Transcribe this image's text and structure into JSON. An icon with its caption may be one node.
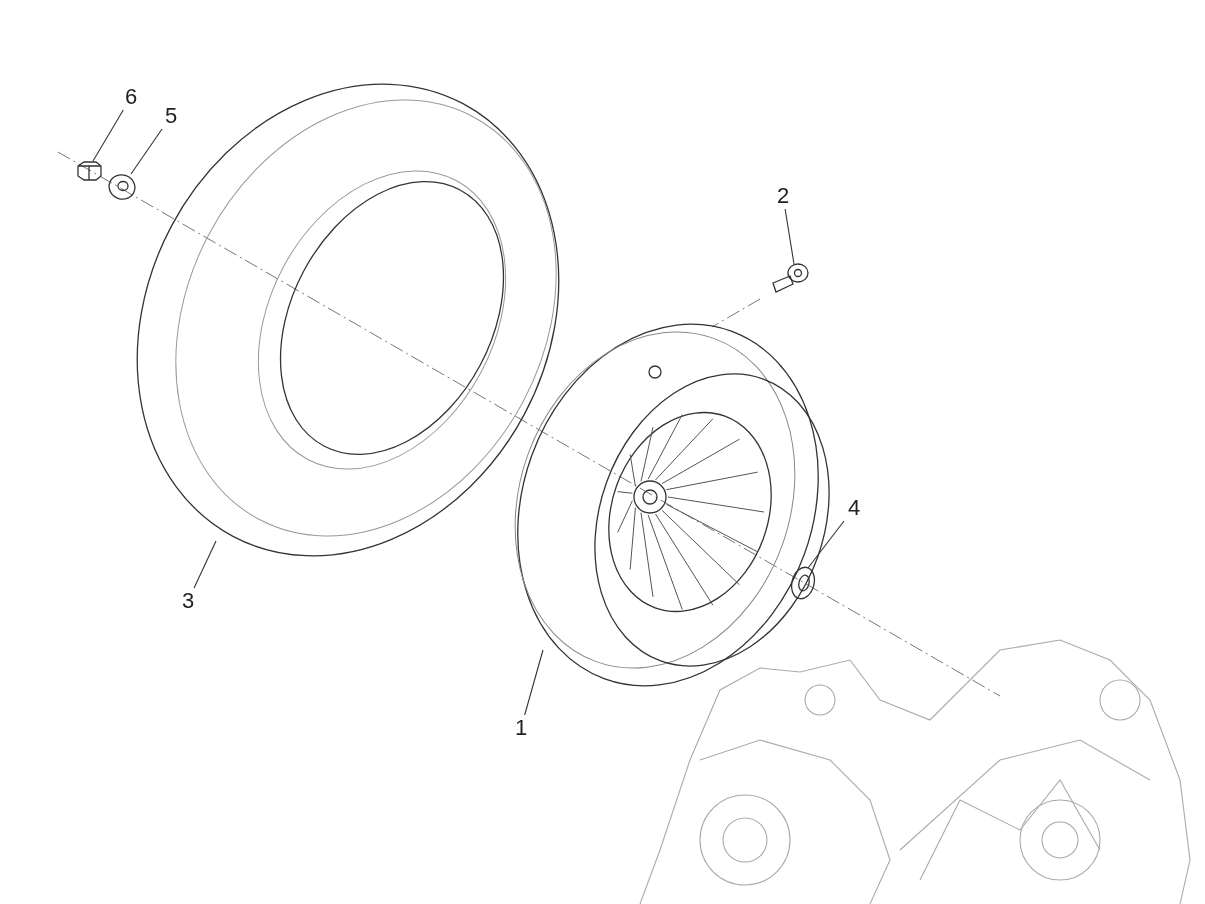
{
  "diagram": {
    "nodes": [
      {
        "text": [
          "6"
        ]
      },
      {
        "text": [
          "5"
        ]
      },
      {
        "text": [
          "2"
        ]
      },
      {
        "text": [
          "4"
        ]
      },
      {
        "text": [
          "3"
        ]
      },
      {
        "text": [
          "1"
        ]
      },
      {
        "text": [],
        "shape": "picture"
      },
      {
        "text": [],
        "shape": "picture"
      },
      {
        "text": [],
        "shape": "picture"
      },
      {
        "text": [],
        "shape": "picture"
      },
      {
        "text": [],
        "shape": "picture"
      },
      {
        "text": [],
        "shape": "picture"
      }
    ],
    "edges": [
      {
        "from": 0,
        "to": 6,
        "arrow": "none"
      },
      {
        "from": 1,
        "to": 7,
        "arrow": "none"
      },
      {
        "from": 2,
        "to": 10,
        "arrow": "none"
      },
      {
        "from": 3,
        "to": 11,
        "arrow": "none"
      },
      {
        "from": 4,
        "to": 8,
        "arrow": "none"
      },
      {
        "from": 5,
        "to": 9,
        "arrow": "none"
      }
    ]
  }
}
